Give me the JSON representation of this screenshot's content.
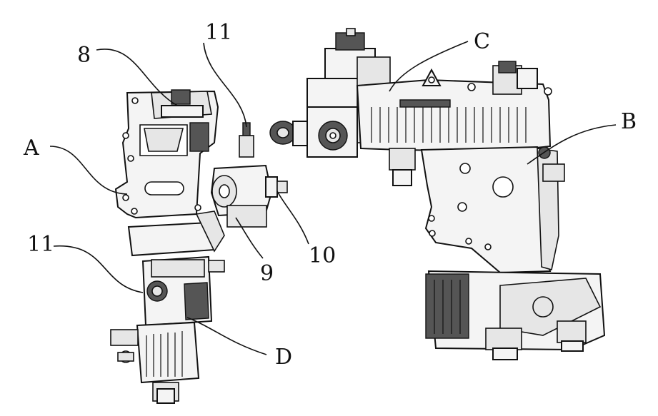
{
  "labels": {
    "l8": "8",
    "l11_top": "11",
    "lA": "A",
    "l11_left": "11",
    "l9": "9",
    "l10": "10",
    "lD": "D",
    "lC": "C",
    "lB": "B"
  }
}
